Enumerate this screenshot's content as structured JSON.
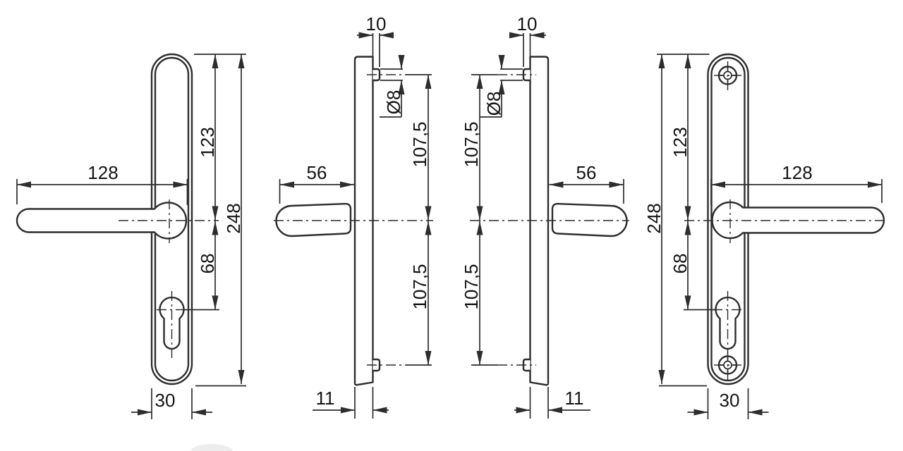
{
  "drawing": {
    "background": "#ffffff",
    "line_color": "#2d2d2d",
    "views": [
      {
        "id": "front-view-handle-left",
        "dims": {
          "handle_length": "128",
          "plate_top_to_handle": "123",
          "plate_height": "248",
          "handle_to_cylinder": "68",
          "plate_width": "30"
        }
      },
      {
        "id": "side-view-handle-left",
        "dims": {
          "pin_projection": "10",
          "pin_diameter": "Ø8",
          "upper_span": "107,5",
          "handle_projection": "56",
          "lower_span": "107,5",
          "plate_thickness": "11"
        }
      },
      {
        "id": "side-view-handle-right",
        "dims": {
          "pin_projection": "10",
          "pin_diameter": "Ø8",
          "upper_span": "107,5",
          "handle_projection": "56",
          "lower_span": "107,5",
          "plate_thickness": "11"
        }
      },
      {
        "id": "front-view-handle-right",
        "dims": {
          "handle_length": "128",
          "plate_top_to_handle": "123",
          "plate_height": "248",
          "handle_to_cylinder": "68",
          "plate_width": "30"
        }
      }
    ]
  }
}
